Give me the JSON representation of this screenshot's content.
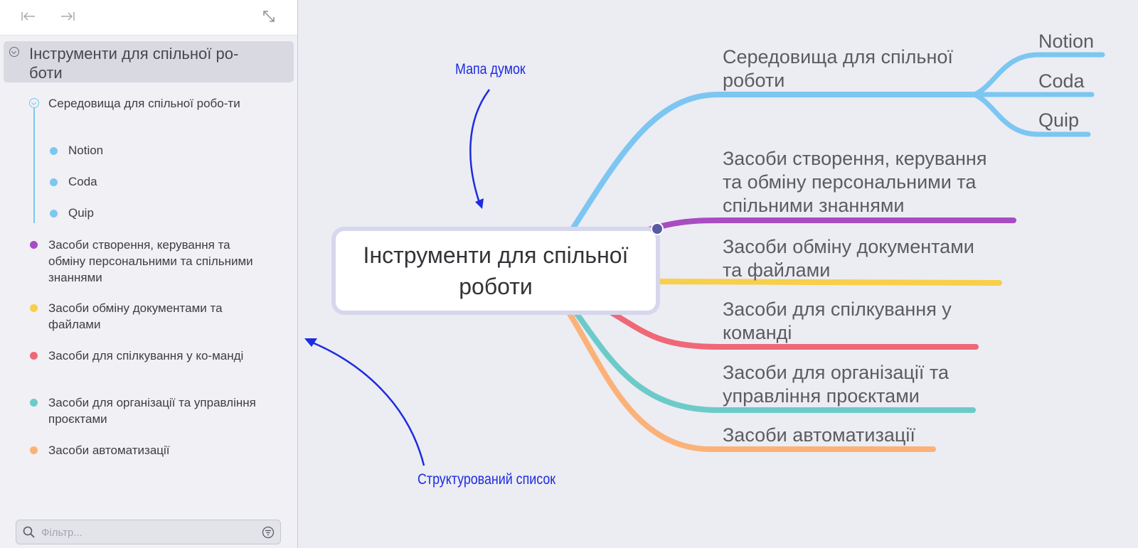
{
  "colors": {
    "blue": "#7cc6f2",
    "purple": "#a84cc2",
    "yellow": "#f7cf49",
    "red": "#ef6876",
    "teal": "#6ccbc9",
    "orange": "#fbb279",
    "annotation": "#1c2ce0"
  },
  "toolbar": {
    "icons": [
      "collapse-left-icon",
      "expand-right-icon",
      "fullscreen-icon"
    ]
  },
  "outline": {
    "root": "Інструменти для спільної ро-боти",
    "items": [
      {
        "label": "Середовища для спільної робо-ти",
        "color": "#7cc6f2",
        "children": [
          "Notion",
          "Coda",
          "Quip"
        ]
      },
      {
        "label": "Засоби створення, керування та обміну персональними та спільними знаннями",
        "color": "#a84cc2"
      },
      {
        "label": "Засоби обміну документами та файлами",
        "color": "#f7cf49"
      },
      {
        "label": "Засоби для спілкування у ко-манді",
        "color": "#ef6876"
      },
      {
        "label": "Засоби для організації та управління проєктами",
        "color": "#6ccbc9"
      },
      {
        "label": "Засоби автоматизації",
        "color": "#fbb279"
      }
    ]
  },
  "filter": {
    "placeholder": "Фільтр..."
  },
  "mindmap": {
    "central": "Інструменти для спільної роботи",
    "branches": [
      "Середовища для спільної роботи",
      "Засоби створення, керування та обміну персональними та спільними знаннями",
      "Засоби обміну документами та файлами",
      "Засоби для спілкування у команді",
      "Засоби для організації та управління проєктами",
      "Засоби автоматизації"
    ],
    "leaves": [
      "Notion",
      "Coda",
      "Quip"
    ]
  },
  "annotations": {
    "mindmap_label": "Мапа думок",
    "list_label": "Структурований список"
  }
}
